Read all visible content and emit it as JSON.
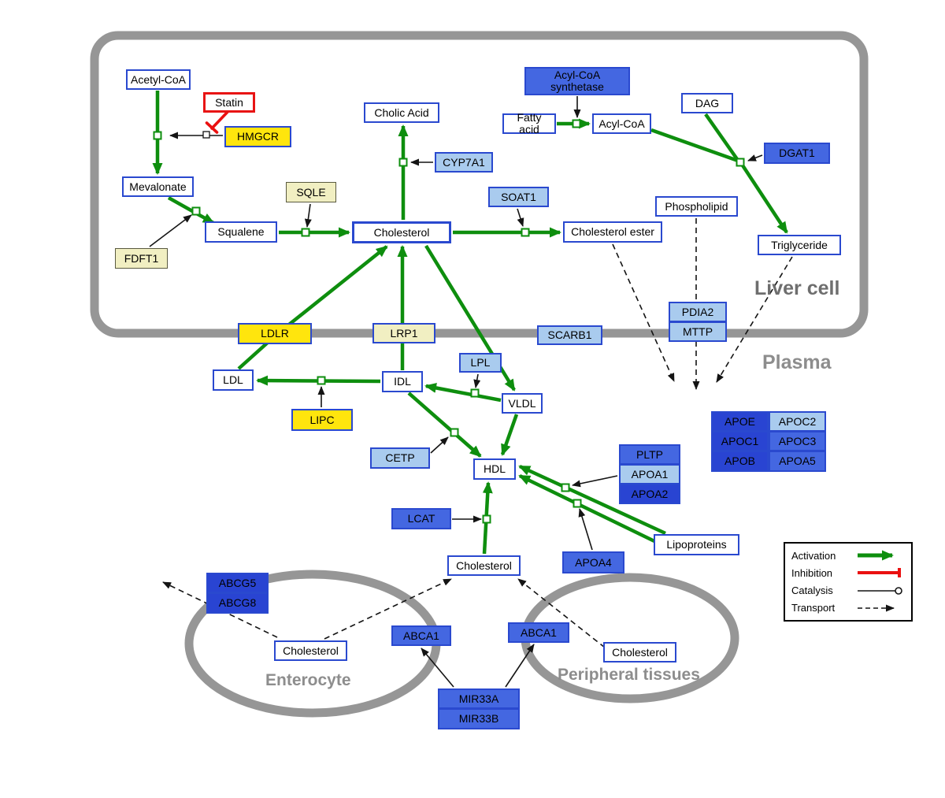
{
  "compartments": {
    "liver_cell": "Liver cell",
    "plasma": "Plasma",
    "enterocyte": "Enterocyte",
    "peripheral_tissues": "Peripheral tissues"
  },
  "nodes": {
    "acetyl_coa": "Acetyl-CoA",
    "statin": "Statin",
    "hmgcr": "HMGCR",
    "mevalonate": "Mevalonate",
    "sqle": "SQLE",
    "fdft1": "FDFT1",
    "squalene": "Squalene",
    "cholesterol_liver": "Cholesterol",
    "cholic_acid": "Cholic Acid",
    "cyp7a1": "CYP7A1",
    "soat1": "SOAT1",
    "cholesterol_ester": "Cholesterol ester",
    "acyl_coa_synthetase": "Acyl-CoA synthetase",
    "fatty_acid": "Fatty acid",
    "acyl_coa": "Acyl-CoA",
    "dag": "DAG",
    "dgat1": "DGAT1",
    "phospholipid": "Phospholipid",
    "triglyceride": "Triglyceride",
    "ldlr": "LDLR",
    "lrp1": "LRP1",
    "scarb1": "SCARB1",
    "pdia2": "PDIA2",
    "mttp": "MTTP",
    "ldl": "LDL",
    "idl": "IDL",
    "lpl": "LPL",
    "vldl": "VLDL",
    "lipc": "LIPC",
    "cetp": "CETP",
    "hdl": "HDL",
    "pltp": "PLTP",
    "apoa1": "APOA1",
    "apoa2": "APOA2",
    "apoe": "APOE",
    "apoc2": "APOC2",
    "apoc1": "APOC1",
    "apoc3": "APOC3",
    "apob": "APOB",
    "apoa5": "APOA5",
    "lcat": "LCAT",
    "apoa4": "APOA4",
    "lipoproteins": "Lipoproteins",
    "cholesterol_plasma": "Cholesterol",
    "abcg5": "ABCG5",
    "abcg8": "ABCG8",
    "cholesterol_enterocyte": "Cholesterol",
    "abca1_enterocyte": "ABCA1",
    "abca1_peripheral": "ABCA1",
    "cholesterol_peripheral": "Cholesterol",
    "mir33a": "MIR33A",
    "mir33b": "MIR33B"
  },
  "legend": {
    "activation": "Activation",
    "inhibition": "Inhibition",
    "catalysis": "Catalysis",
    "transport": "Transport"
  },
  "colors": {
    "activation_green": "#0e8e0e",
    "inhibition_red": "#ea1010",
    "membrane_gray": "#969696",
    "metabolite_border_blue": "#2a49cf",
    "enzyme_yellow": "#ffe50d",
    "enzyme_pale_yellow": "#f1efc2",
    "protein_light_blue": "#a9cbee",
    "protein_medium_blue": "#4467e1",
    "protein_dark_blue": "#2944d2"
  },
  "edges": [
    {
      "from": "acetyl_coa",
      "to": "mevalonate",
      "type": "activation",
      "enzyme": "hmgcr"
    },
    {
      "from": "statin",
      "to": "hmgcr",
      "type": "inhibition"
    },
    {
      "from": "mevalonate",
      "to": "squalene",
      "type": "activation",
      "enzyme": "fdft1"
    },
    {
      "from": "squalene",
      "to": "cholesterol_liver",
      "type": "activation",
      "enzyme": "sqle"
    },
    {
      "from": "cholesterol_liver",
      "to": "cholic_acid",
      "type": "activation",
      "enzyme": "cyp7a1"
    },
    {
      "from": "cholesterol_liver",
      "to": "cholesterol_ester",
      "type": "activation",
      "enzyme": "soat1"
    },
    {
      "from": "fatty_acid",
      "to": "acyl_coa",
      "type": "activation",
      "enzyme": "acyl_coa_synthetase"
    },
    {
      "from": "acyl_coa",
      "to": "triglyceride",
      "type": "activation",
      "enzyme": "dgat1"
    },
    {
      "from": "dag",
      "to": "triglyceride",
      "type": "activation",
      "enzyme": "dgat1"
    },
    {
      "from": "ldl",
      "to": "cholesterol_liver",
      "type": "activation",
      "via": "ldlr"
    },
    {
      "from": "idl",
      "to": "cholesterol_liver",
      "type": "activation",
      "via": "lrp1"
    },
    {
      "from": "cholesterol_liver",
      "to": "vldl",
      "type": "activation"
    },
    {
      "from": "vldl",
      "to": "idl",
      "type": "activation",
      "enzyme": "lpl"
    },
    {
      "from": "idl",
      "to": "ldl",
      "type": "activation",
      "enzyme": "lipc"
    },
    {
      "from": "idl",
      "to": "hdl",
      "type": "activation",
      "enzyme": "cetp"
    },
    {
      "from": "vldl",
      "to": "hdl",
      "type": "activation"
    },
    {
      "from": "lipoproteins",
      "to": "hdl",
      "type": "activation",
      "enzyme": "pltp/apoa1/apoa2"
    },
    {
      "from": "lipoproteins",
      "to": "hdl",
      "type": "activation",
      "enzyme": "apoa4"
    },
    {
      "from": "cholesterol_plasma",
      "to": "hdl",
      "type": "activation",
      "enzyme": "lcat"
    },
    {
      "from": "cholesterol_ester",
      "to": "plasma",
      "type": "transport"
    },
    {
      "from": "phospholipid",
      "to": "plasma",
      "type": "transport"
    },
    {
      "from": "triglyceride",
      "to": "plasma",
      "type": "transport"
    },
    {
      "from": "cholesterol_enterocyte",
      "to": "cholesterol_plasma",
      "type": "transport",
      "via": "abca1_enterocyte"
    },
    {
      "from": "cholesterol_peripheral",
      "to": "cholesterol_plasma",
      "type": "transport",
      "via": "abca1_peripheral"
    },
    {
      "from": "cholesterol_enterocyte",
      "to": "outside_enterocyte",
      "type": "transport",
      "via": "abcg5/abcg8"
    },
    {
      "from": "mir33a",
      "to": "abca1_enterocyte",
      "type": "regulation"
    },
    {
      "from": "mir33a",
      "to": "abca1_peripheral",
      "type": "regulation"
    }
  ]
}
